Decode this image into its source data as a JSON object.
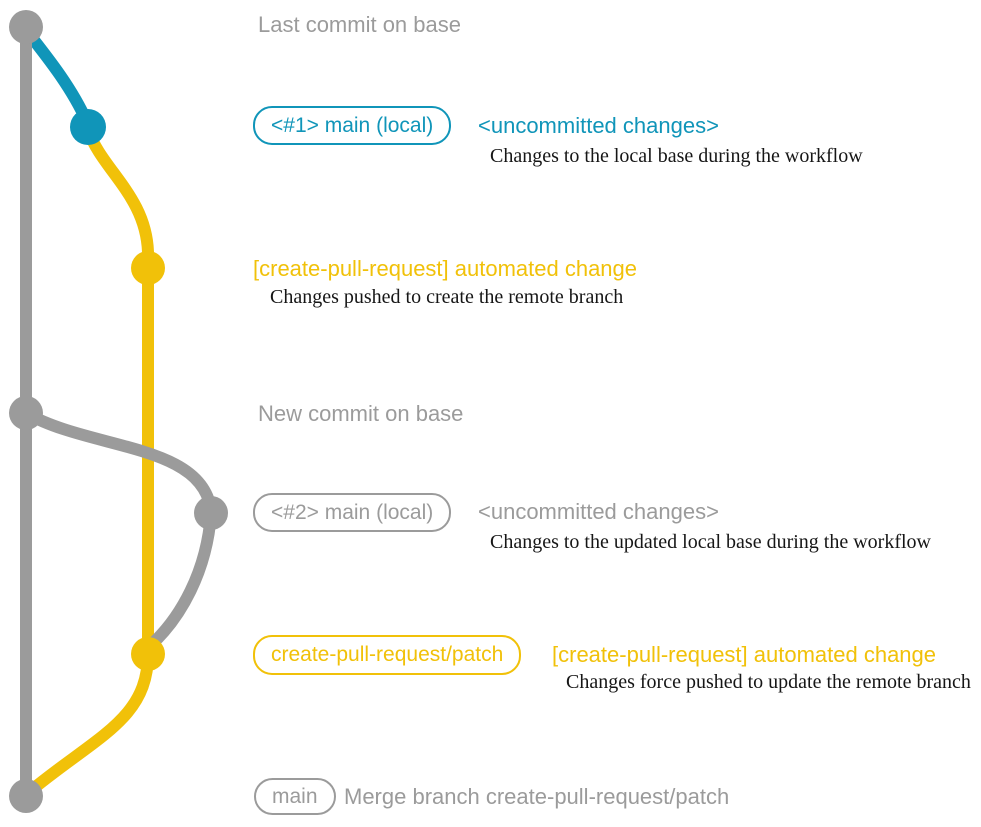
{
  "colors": {
    "gray": "#9b9b9b",
    "blue": "#1095b9",
    "yellow": "#f1c109",
    "ink": "#161616",
    "background": "#ffffff"
  },
  "rows": {
    "last_commit": {
      "heading": "Last commit on base"
    },
    "commit1": {
      "branch_label": "<#1> main (local)",
      "title": "<uncommitted changes>",
      "note": "Changes to the local base during the workflow"
    },
    "push1": {
      "title": "[create-pull-request] automated change",
      "note": "Changes pushed to create the remote branch"
    },
    "new_commit": {
      "heading": "New commit on base"
    },
    "commit2": {
      "branch_label": "<#2> main (local)",
      "title": "<uncommitted changes>",
      "note": "Changes to the updated local base during the workflow"
    },
    "push2": {
      "branch_label": "create-pull-request/patch",
      "title": "[create-pull-request] automated change",
      "note": "Changes force pushed to update the remote branch"
    },
    "merge": {
      "branch_label": "main",
      "message": "Merge branch create-pull-request/patch"
    }
  }
}
